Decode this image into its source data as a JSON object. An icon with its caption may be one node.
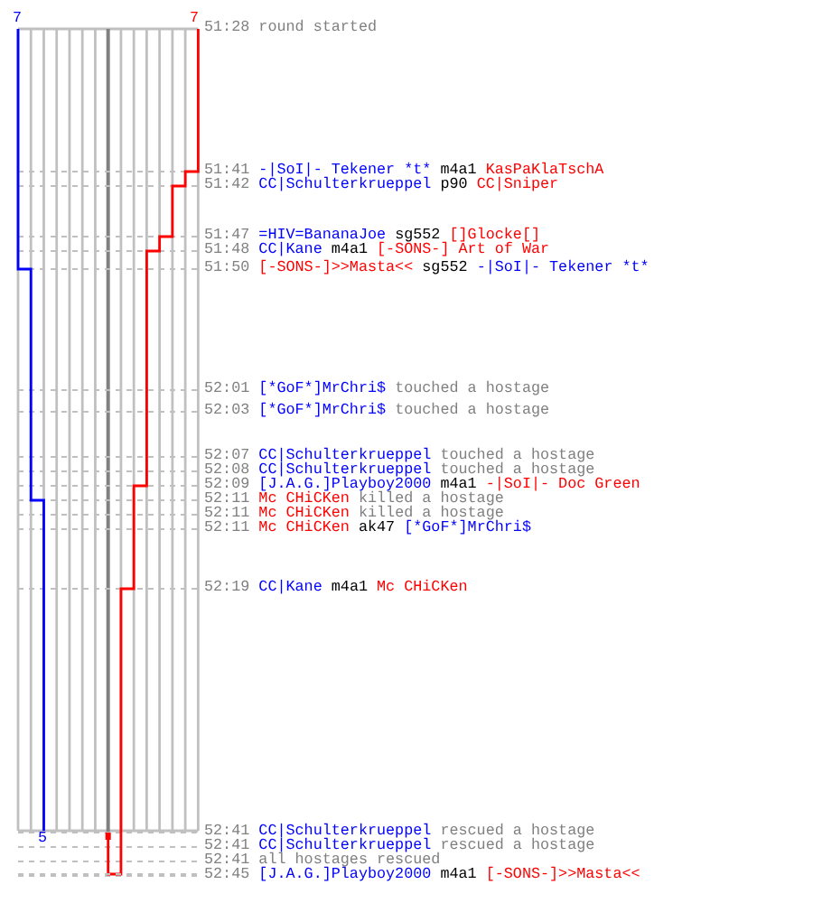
{
  "diagram": {
    "labels": [
      "7",
      "7",
      "51:28",
      "round started",
      "51:41",
      "-|SoI|- Tekener *t*",
      "m4a1",
      "KasPaKlaTschA",
      "51:42",
      "CC|Schulterkrueppel",
      "p90",
      "CC|Sniper",
      "51:47",
      "=HIV=BananaJoe",
      "sg552",
      "[]Glocke[]",
      "51:48",
      "CC|Kane",
      "m4a1",
      "[-SONS-] Art of War",
      "51:50",
      "[-SONS-]>>Masta<<",
      "sg552",
      "-|SoI|- Tekener *t*",
      "52:01",
      "[*GoF*]MrChri$",
      "touched a hostage",
      "52:03",
      "[*GoF*]MrChri$",
      "touched a hostage",
      "52:07",
      "CC|Schulterkrueppel",
      "touched a hostage",
      "52:08",
      "CC|Schulterkrueppel",
      "touched a hostage",
      "52:09",
      "[J.A.G.]Playboy2000",
      "m4a1",
      "-|SoI|- Doc Green",
      "52:11",
      "Mc CHiCKen",
      "killed a hostage",
      "52:11",
      "Mc CHiCKen",
      "killed a hostage",
      "52:11",
      "Mc CHiCKen",
      "ak47",
      "[*GoF*]MrChri$",
      "52:19",
      "CC|Kane",
      "m4a1",
      "Mc CHiCKen",
      "5",
      "52:41",
      "CC|Schulterkrueppel",
      "rescued a hostage",
      "52:41",
      "CC|Schulterkrueppel",
      "rescued a hostage",
      "52:41",
      "all hostages rescued",
      "52:45",
      "[J.A.G.]Playboy2000",
      "m4a1",
      "[-SONS-]>>Masta<<"
    ]
  }
}
